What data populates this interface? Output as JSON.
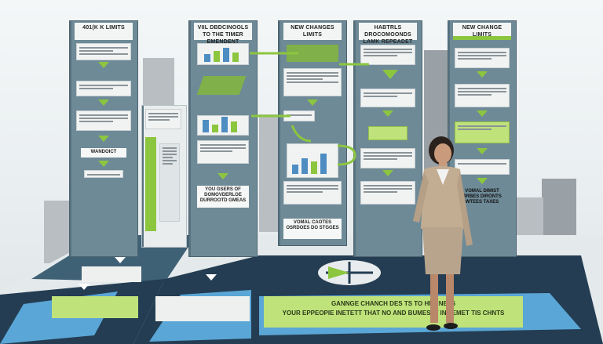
{
  "pillars": [
    {
      "title": "401(K K LIMITS"
    },
    {
      "title": "VIIL DBDCINOOLS TO THE TIMER EMENDENT"
    },
    {
      "title": "NEW CHANGES LIMITS"
    },
    {
      "title": "HABTRLS DROCOMOONDS LAMK REPEADET DIT BRIETLS"
    },
    {
      "title": "NEW CHANGE LIMITS"
    }
  ],
  "tags": {
    "small_a": "WANDOICT",
    "callout_left": "YOU GSERS OF DOMOVDERLOE DURROOTD GMEAS",
    "callout_mid": "VOMAL CAOTES OSRDOES DO STGGES",
    "callout_right": "VOMAL DIMIST BRBES DIRONTS WTEES TAXES"
  },
  "banner": {
    "line1": "GANNGE CHANCH DES TS TO HMNNETS",
    "line2": "YOUR EPPEOPIE INETETT THAT NO AND BUMESTT IN TEMET TIS CHNTS"
  },
  "colors": {
    "pillar": "#6e8a97",
    "accent_green": "#8cc63f",
    "floor_dark": "#243d52",
    "floor_blue": "#5aa6d6"
  }
}
